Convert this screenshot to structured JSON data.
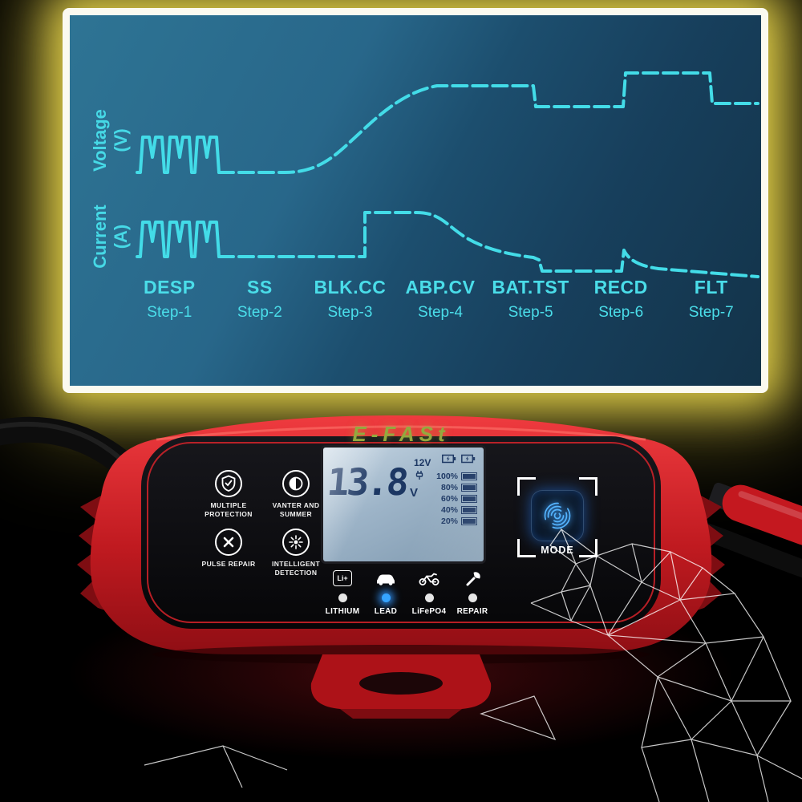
{
  "colors": {
    "chart_line": "#43dce8",
    "chart_panel_top": "#2e7494",
    "chart_panel_bottom": "#133349",
    "frame_glow": "#f3e269",
    "device_red": "#d8232a",
    "led_active": "#35a4ff",
    "lcd_text": "#1c3763",
    "brand_green": "#93a93e"
  },
  "chart": {
    "y_axes": [
      {
        "label": "Voltage",
        "unit": "(V)"
      },
      {
        "label": "Current",
        "unit": "(A)"
      }
    ],
    "steps": [
      {
        "name": "DESP",
        "step": "Step-1"
      },
      {
        "name": "SS",
        "step": "Step-2"
      },
      {
        "name": "BLK.CC",
        "step": "Step-3"
      },
      {
        "name": "ABP.CV",
        "step": "Step-4"
      },
      {
        "name": "BAT.TST",
        "step": "Step-5"
      },
      {
        "name": "RECD",
        "step": "Step-6"
      },
      {
        "name": "FLT",
        "step": "Step-7"
      }
    ],
    "curves": {
      "voltage_profile": [
        "desulfation pulses",
        "low flat",
        "rising",
        "high plateau",
        "step down",
        "high pulse plateau",
        "float level"
      ],
      "current_profile": [
        "desulfation pulses",
        "low flat",
        "constant-current plateau",
        "tapering down",
        "minimal",
        "spike then decay",
        "slow taper"
      ]
    }
  },
  "device": {
    "brand": "E-FASt",
    "features": [
      {
        "icon": "shield-icon",
        "label": "MULTIPLE PROTECTION"
      },
      {
        "icon": "winter-summer-icon",
        "label": "VANTER AND SUMMER"
      },
      {
        "icon": "pulse-repair-icon",
        "label": "PULSE REPAIR"
      },
      {
        "icon": "detection-icon",
        "label": "INTELLIGENT DETECTION"
      }
    ],
    "lcd": {
      "voltage": "13.8",
      "voltage_unit": "V",
      "battery_type": "12V",
      "percentages": [
        "100%",
        "80%",
        "60%",
        "40%",
        "20%"
      ]
    },
    "modes": [
      {
        "label": "LITHIUM",
        "icon": "lithium-battery-icon",
        "icon_text": "Li+",
        "active": false
      },
      {
        "label": "LEAD",
        "icon": "car-icon",
        "active": true
      },
      {
        "label": "LiFePO4",
        "icon": "motorcycle-icon",
        "active": false
      },
      {
        "label": "REPAIR",
        "icon": "wrench-icon",
        "active": false
      }
    ],
    "mode_button": {
      "label": "MODE",
      "icon": "fingerprint-icon"
    }
  }
}
